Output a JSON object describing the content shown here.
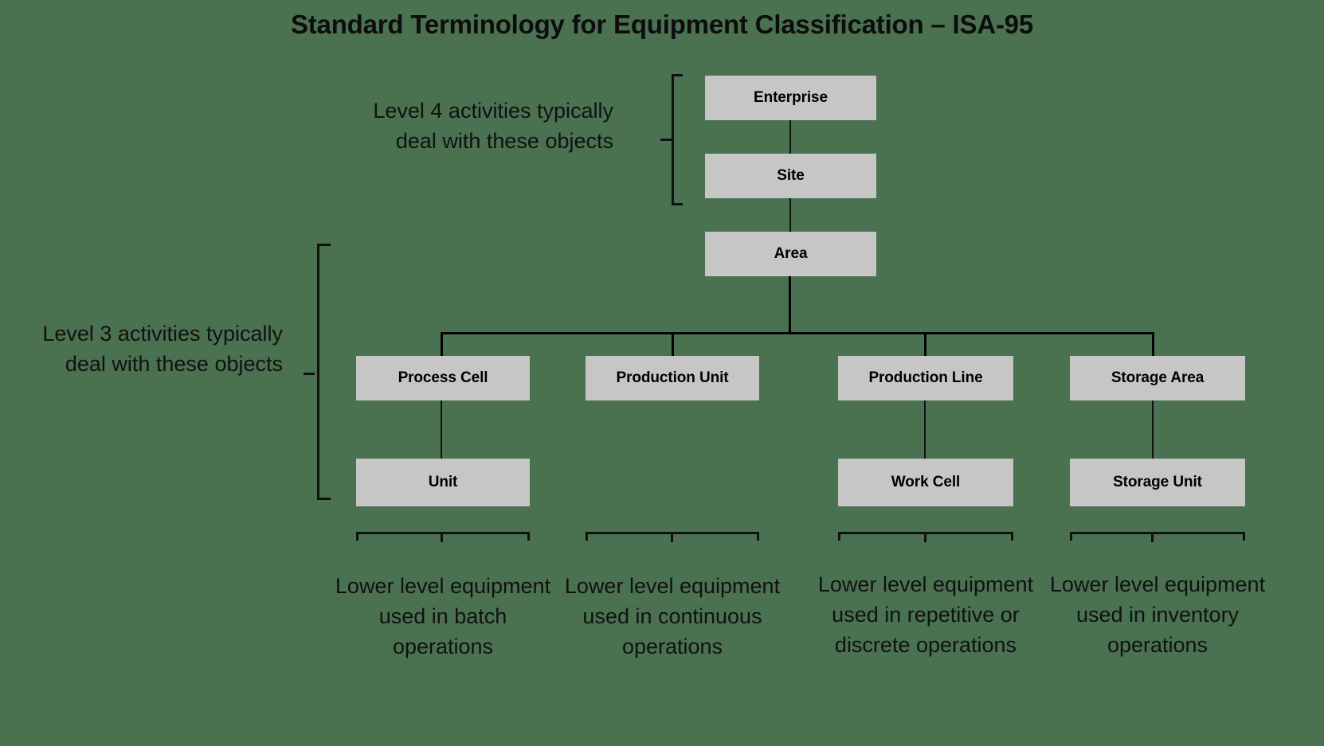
{
  "title": "Standard Terminology for Equipment Classification – ISA-95",
  "colors": {
    "background": "#4a7150",
    "node_fill": "#c6c6c6",
    "line": "#111111",
    "text": "#111111"
  },
  "nodes": {
    "enterprise": "Enterprise",
    "site": "Site",
    "area": "Area",
    "process_cell": "Process Cell",
    "production_unit": "Production Unit",
    "production_line": "Production Line",
    "storage_area": "Storage Area",
    "unit": "Unit",
    "work_cell": "Work Cell",
    "storage_unit": "Storage Unit"
  },
  "annotations": {
    "level4": "Level 4 activities typically deal with these objects",
    "level3": "Level 3 activities typically deal with these objects"
  },
  "captions": [
    "Lower level equipment used in batch operations",
    "Lower level equipment used in continuous operations",
    "Lower level equipment used in repetitive or discrete operations",
    "Lower level equipment used in inventory operations"
  ]
}
